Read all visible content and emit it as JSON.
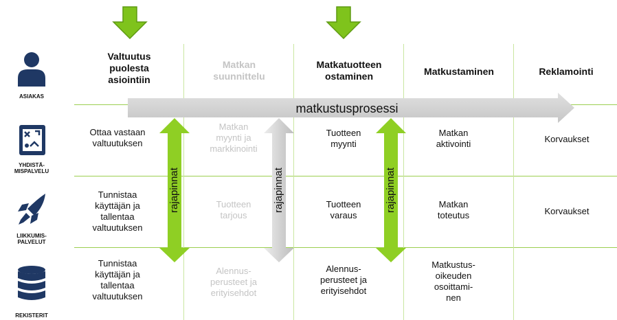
{
  "roles": [
    {
      "label": "ASIAKAS",
      "icon": "person-icon"
    },
    {
      "label": "YHDISTÄ-\nMISPALVELU",
      "icon": "route-board-icon"
    },
    {
      "label": "LIIKKUMIS-\nPALVELUT",
      "icon": "rocket-icon"
    },
    {
      "label": "REKISTERIT",
      "icon": "database-icon"
    }
  ],
  "columns": [
    {
      "header": "Valtuutus\npuolesta\nasiointiin",
      "faded": false
    },
    {
      "header": "Matkan\nsuunnittelu",
      "faded": true
    },
    {
      "header": "Matkatuotteen\nostaminen",
      "faded": false
    },
    {
      "header": "Matkustaminen",
      "faded": false
    },
    {
      "header": "Reklamointi",
      "faded": false
    }
  ],
  "rows": [
    [
      "Ottaa vastaan\nvaltuutuksen",
      "Matkan\nmyynti ja\nmarkkinointi",
      "Tuotteen\nmyynti",
      "Matkan\naktivointi",
      "Korvaukset"
    ],
    [
      "Tunnistaa\nkäyttäjän ja\ntallentaa\nvaltuutuksen",
      "Tuotteen\ntarjous",
      "Tuotteen\nvaraus",
      "Matkan\ntoteutus",
      "Korvaukset"
    ],
    [
      "Tunnistaa\nkäyttäjän ja\ntallentaa\nvaltuutuksen",
      "Alennus-\nperusteet ja\nerityisehdot",
      "Alennus-\nperusteet ja\nerityisehdot",
      "Matkustus-\noikeuden\nosoittami-\nnen",
      ""
    ]
  ],
  "process_label": "matkustusprosessi",
  "interface_label": "rajapinnat",
  "colors": {
    "green": "#7fc31c",
    "green_dark": "#5e9a12",
    "gray_arrow": "#cfcfcf",
    "grid_line": "#9bcf4f",
    "icon_navy": "#1f3864",
    "faded_text": "#c4c4c4"
  }
}
